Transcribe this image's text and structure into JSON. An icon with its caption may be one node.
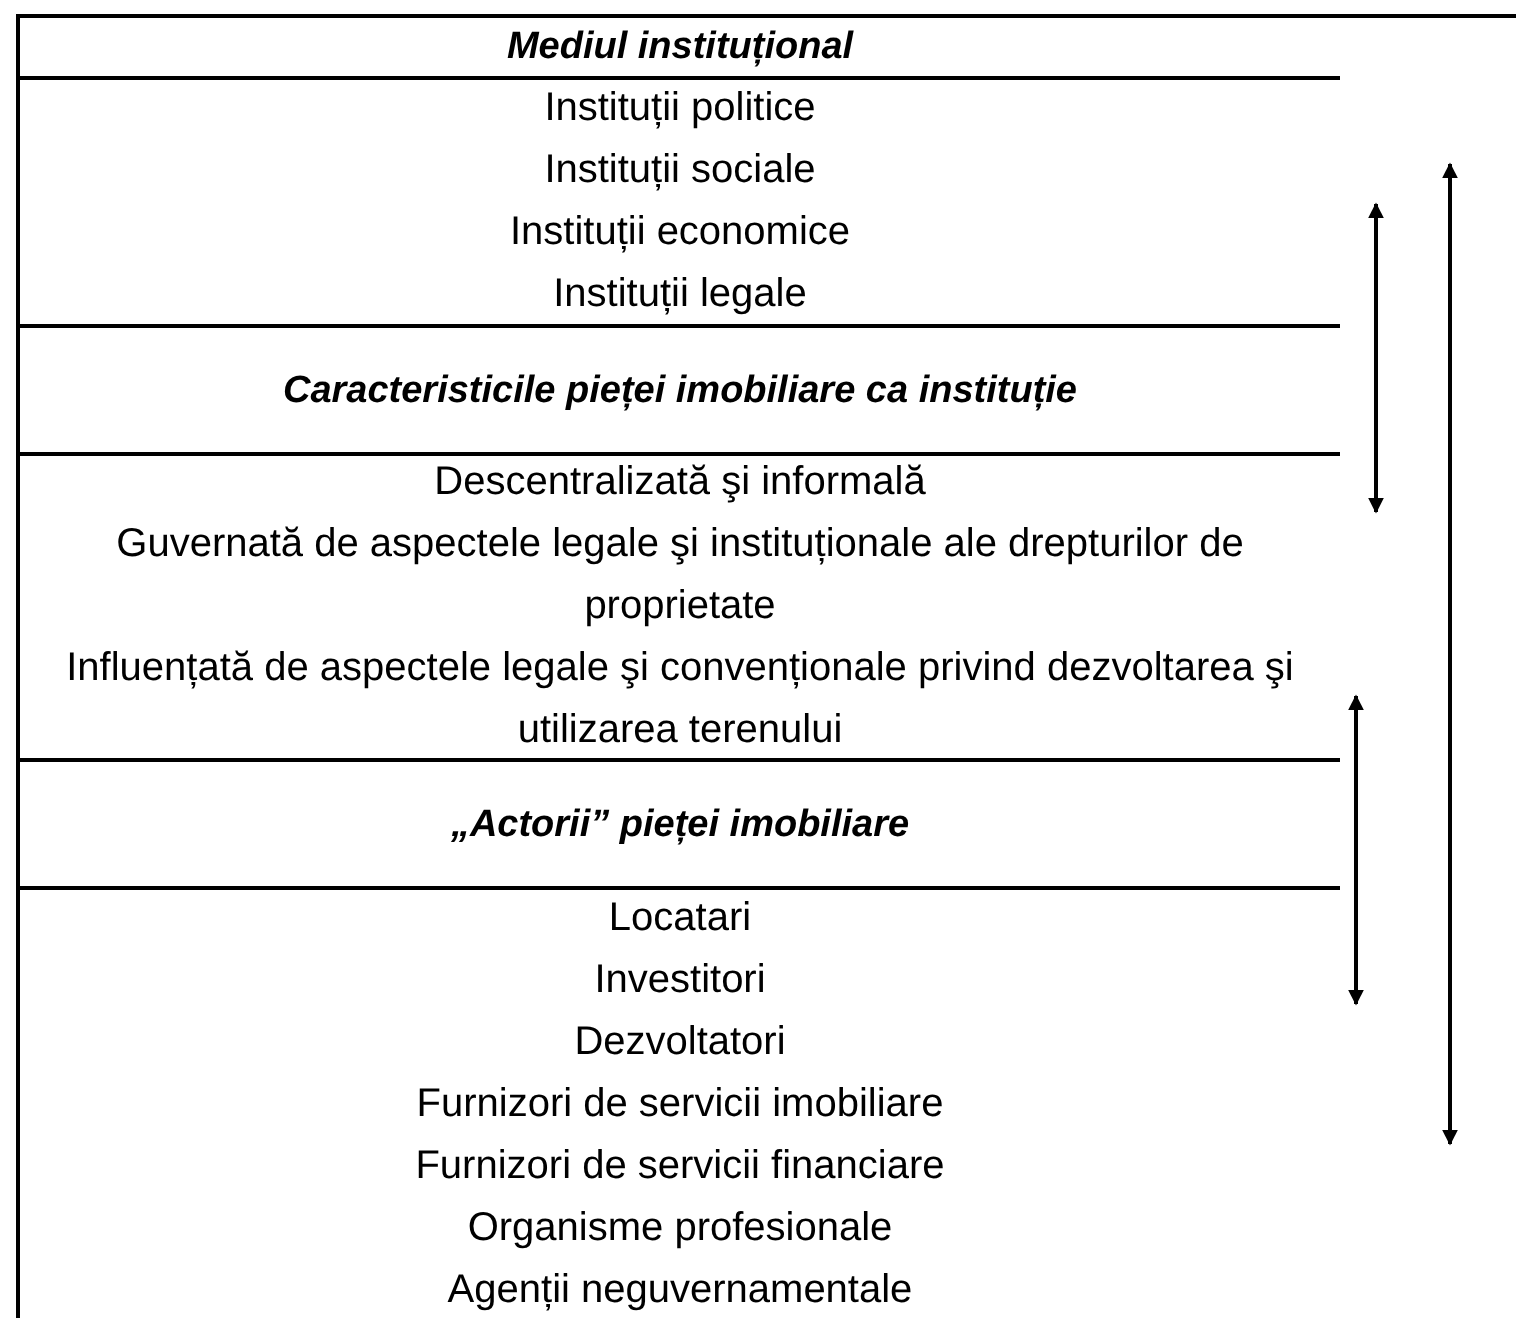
{
  "diagram": {
    "nodes": [
      {
        "text": [
          "Mediul instituțional"
        ]
      },
      {
        "text": [
          "Instituții politice",
          "Instituții sociale",
          "Instituții economice",
          "Instituții legale"
        ]
      },
      {
        "text": [
          "Caracteristicile pieței imobiliare ca instituție"
        ]
      },
      {
        "text": [
          "Descentralizată şi informală",
          "Guvernată de aspectele legale şi instituționale ale drepturilor de proprietate",
          "Influențată de aspectele legale şi convenționale privind dezvoltarea şi utilizarea terenului"
        ]
      },
      {
        "text": [
          "„Actorii” pieței imobiliare"
        ]
      },
      {
        "text": [
          "Locatari",
          "Investitori",
          "Dezvoltatori",
          "Furnizori de servicii imobiliare",
          "Furnizori de servicii financiare",
          "Organisme profesionale",
          "Agenții neguvernamentale"
        ]
      }
    ],
    "edges": [
      {
        "from": 1,
        "to": 3,
        "arrow": "both"
      },
      {
        "from": 3,
        "to": 5,
        "arrow": "both"
      },
      {
        "from": 1,
        "to": 5,
        "arrow": "both"
      }
    ]
  }
}
